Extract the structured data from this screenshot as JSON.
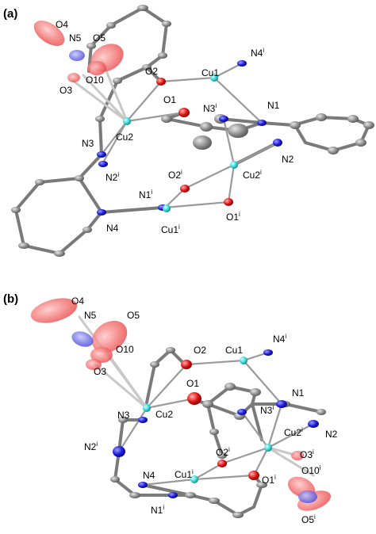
{
  "panel_a": {
    "tag": "(a)",
    "labels": {
      "o4": "O4",
      "n5": "N5",
      "o5": "O5",
      "o10": "O10",
      "o3": "O3",
      "o2": "O2",
      "cu1": "Cu1",
      "n4i_base": "N4",
      "n4i_sup": "i",
      "o1": "O1",
      "n3i_base": "N3",
      "n3i_sup": "i",
      "n1": "N1",
      "n3": "N3",
      "cu2": "Cu2",
      "n2i_base": "N2",
      "n2i_sup": "i",
      "o2i_base": "O2",
      "o2i_sup": "i",
      "cu2i_base": "Cu2",
      "cu2i_sup": "i",
      "n2": "N2",
      "n1i_base": "N1",
      "n1i_sup": "i",
      "o1i_base": "O1",
      "o1i_sup": "i",
      "n4": "N4",
      "cu1i_base": "Cu1",
      "cu1i_sup": "i"
    }
  },
  "panel_b": {
    "tag": "(b)",
    "labels": {
      "o4": "O4",
      "n5": "N5",
      "o5": "O5",
      "o10": "O10",
      "o3": "O3",
      "o2": "O2",
      "cu1": "Cu1",
      "n4i_base": "N4",
      "n4i_sup": "i",
      "o1": "O1",
      "n1": "N1",
      "n3i_base": "N3",
      "n3i_sup": "i",
      "n3": "N3",
      "cu2": "Cu2",
      "cu2i_base": "Cu2",
      "cu2i_sup": "i",
      "n2": "N2",
      "n2i_base": "N2",
      "n2i_sup": "i",
      "o3i_base": "O3",
      "o3i_sup": "i",
      "o2i_base": "O2",
      "o2i_sup": "i",
      "o10i_base": "O10",
      "o10i_sup": "i",
      "n4": "N4",
      "cu1i_base": "Cu1",
      "cu1i_sup": "i",
      "o1i_base": "O1",
      "o1i_sup": "i",
      "o5i_base": "O5",
      "o5i_sup": "i",
      "n1i_base": "N1",
      "n1i_sup": "i"
    }
  },
  "colors": {
    "carbon": "#8c8c8c",
    "nitrogen": "#1a1adc",
    "oxygen": "#e01010",
    "copper": "#33d6d6",
    "nitrate_oxygen": "#f07070",
    "nitrate_nitrogen": "#6a6ae0"
  }
}
